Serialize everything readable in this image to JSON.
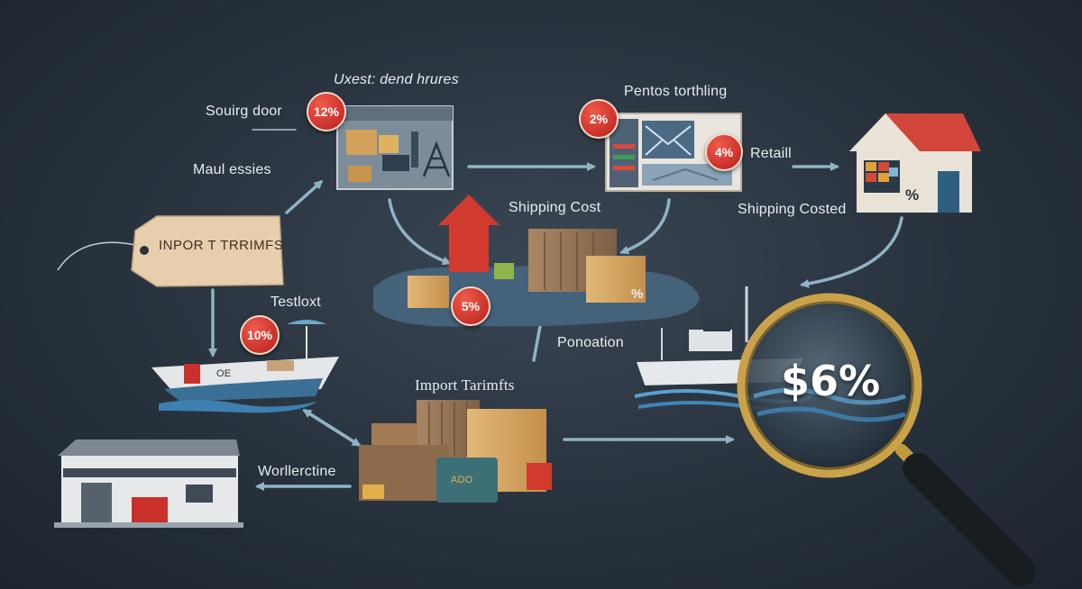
{
  "labels": {
    "sourcing": "Souirg door",
    "top_center": "Uxest: dend hrures",
    "maulessies": "Maul essies",
    "top_right": "Pentos torthling",
    "retail": "Retaill",
    "shipping_cost": "Shipping Cost",
    "shipping_costed": "Shipping Costed",
    "tag": "INPOR T TRRIMFS",
    "testloxt": "Testloxt",
    "ponoation": "Ponoation",
    "import_tariffs": "Import Tarimfts",
    "worllerctine": "Worllerctine",
    "boat_mark": "OE",
    "crate_label": "ADO",
    "box_percent": "%",
    "house_percent": "%"
  },
  "badges": {
    "b12": "12%",
    "b2": "2%",
    "b4": "4%",
    "b5": "5%",
    "b10": "10%"
  },
  "magnifier_value": "$6%",
  "colors": {
    "background": "#28323d",
    "badge_red": "#c9302a",
    "arrow": "#8fb3c6",
    "roof_red": "#d2453a"
  }
}
